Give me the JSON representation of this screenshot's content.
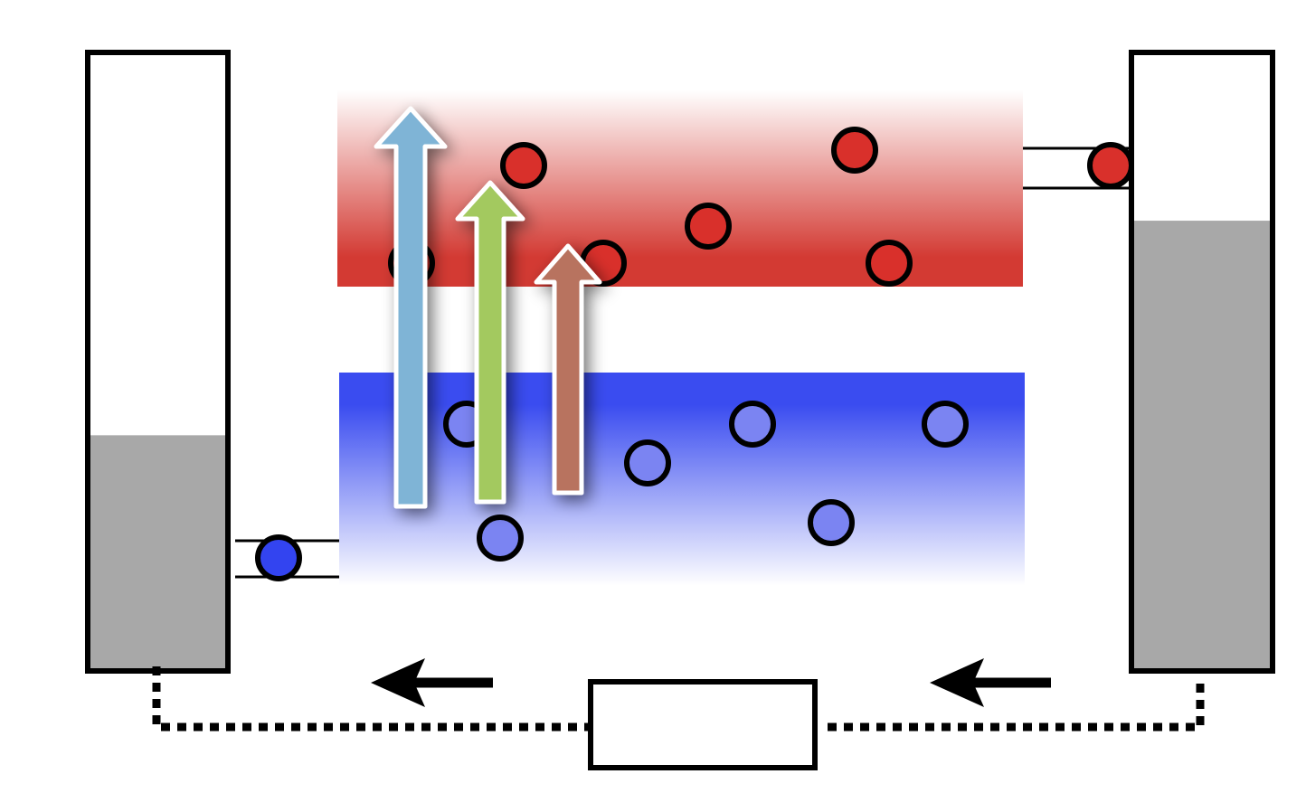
{
  "diagram": {
    "colors": {
      "band_red": "#d33a33",
      "band_blue": "#3a4cf0",
      "electron_red": "#d9302b",
      "hole_blue": "#7b84f2",
      "injected_hole": "#3344f0",
      "photon_long": "#7fb4d6",
      "photon_mid": "#a3c95e",
      "photon_short": "#b8735f",
      "electrode_fill": "#a8a8a8",
      "outline": "#000000"
    },
    "electrodes": [
      {
        "name": "left-electrode",
        "fill_level": 0.38
      },
      {
        "name": "right-electrode",
        "fill_level": 0.73
      }
    ],
    "upper_band_carriers": 7,
    "lower_band_carriers": 7,
    "photon_arrows": [
      "photon-arrow-blue",
      "photon-arrow-green",
      "photon-arrow-brown"
    ],
    "flow_arrows": [
      "left-current-arrow",
      "right-current-arrow"
    ],
    "load_label": ""
  }
}
